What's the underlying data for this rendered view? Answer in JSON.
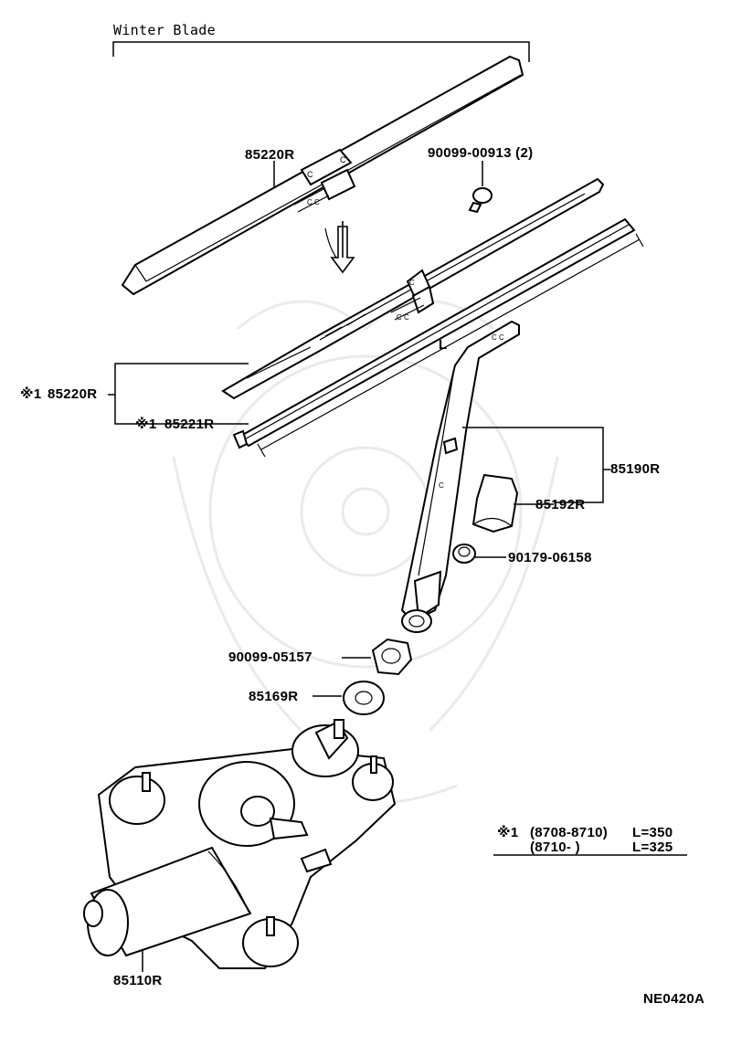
{
  "header": {
    "title": "Winter Blade"
  },
  "parts": {
    "blade_winter": "85220R",
    "screw": "90099-00913 (2)",
    "blade_note": "※1",
    "blade": "85220R",
    "rubber_note": "※1",
    "rubber": "85221R",
    "length_symbol": "L",
    "arm": "85190R",
    "cap": "85192R",
    "bush": "90179-06158",
    "nut": "90099-05157",
    "washer": "85169R",
    "motor": "85110R"
  },
  "note": {
    "mark": "※1",
    "row1_range": "(8708-8710)",
    "row1_length": "L=350",
    "row2_range": "(8710-      )",
    "row2_length": "L=325"
  },
  "footer": {
    "code": "NE0420A"
  }
}
